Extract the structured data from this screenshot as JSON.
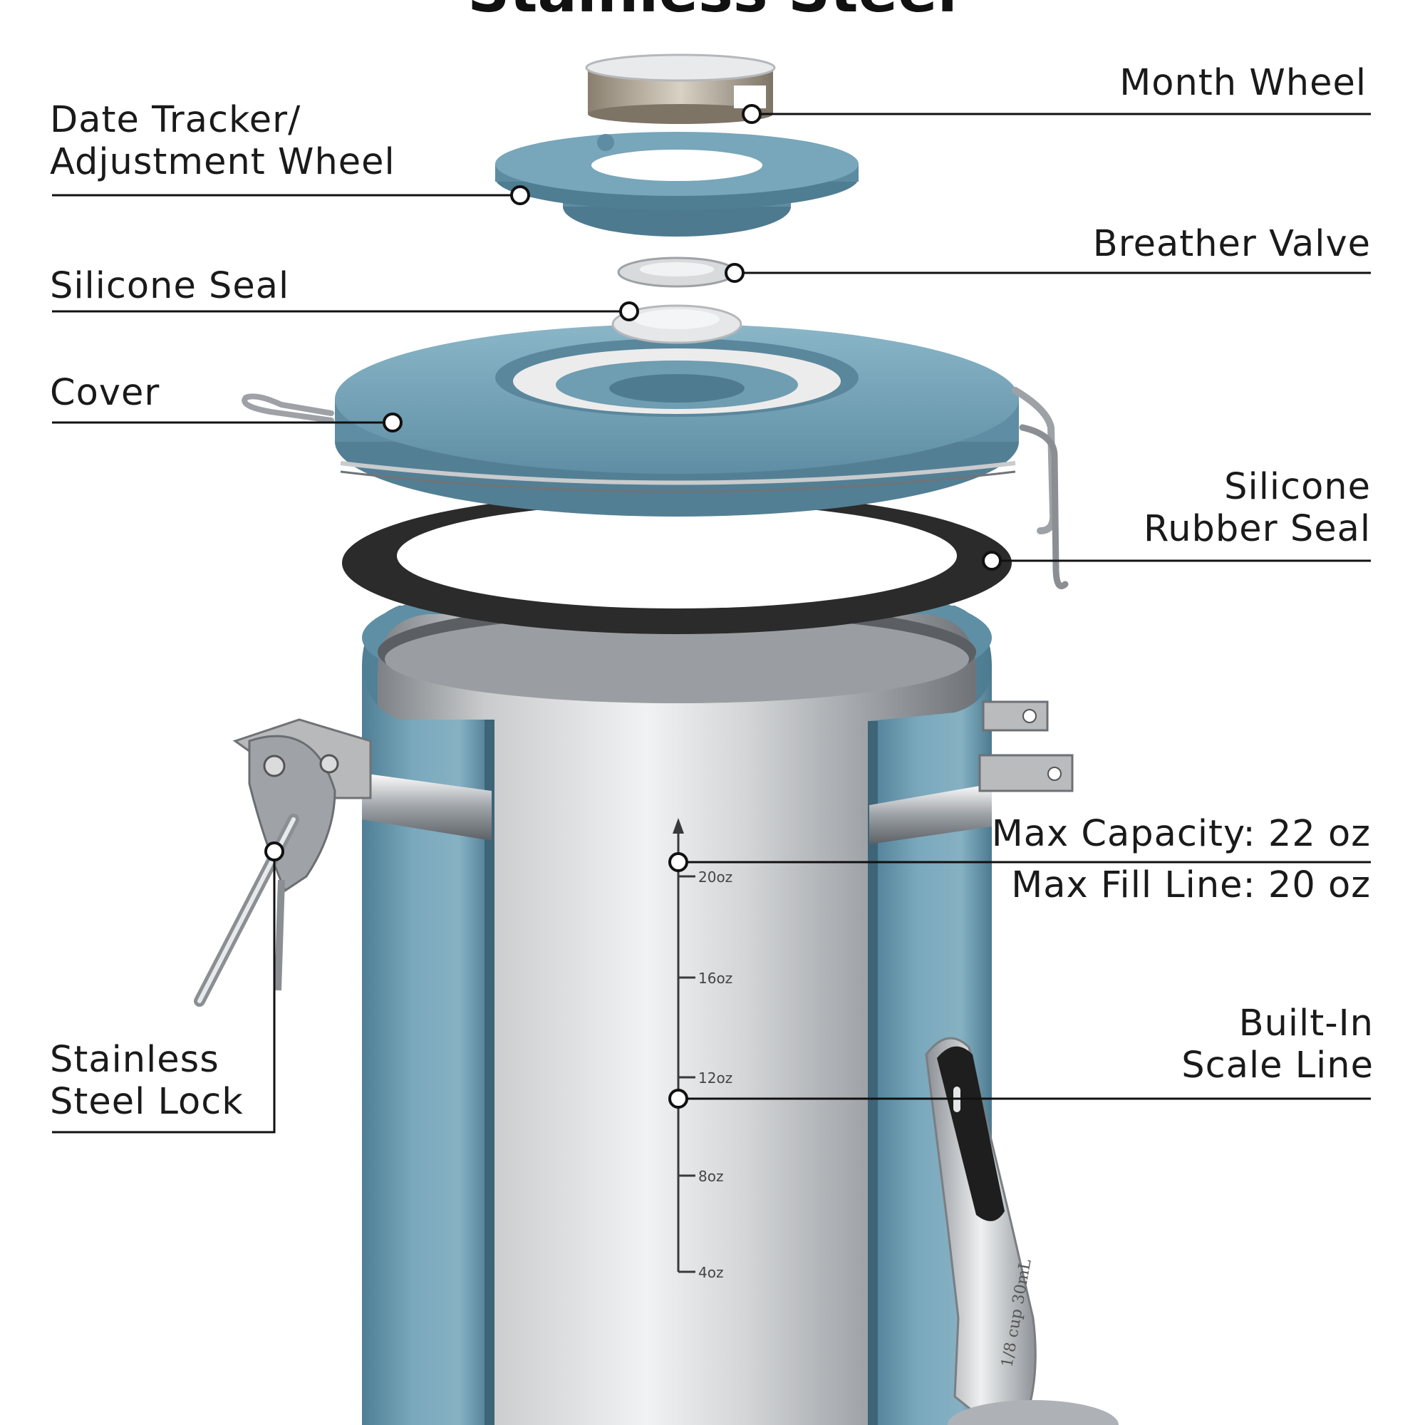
{
  "heading": "Stainless Steel",
  "callouts": {
    "month_wheel": "Month Wheel",
    "date_tracker": [
      "Date Tracker/",
      "Adjustment Wheel"
    ],
    "breather_valve": "Breather Valve",
    "silicone_seal": "Silicone Seal",
    "cover": "Cover",
    "silicone_rubber_seal": [
      "Silicone",
      "Rubber Seal"
    ],
    "max_capacity": "Max Capacity: 22 oz",
    "max_fill_line": "Max Fill Line: 20 oz",
    "stainless_lock": [
      "Stainless",
      "Steel Lock"
    ],
    "built_in_scale": [
      "Built-In",
      "Scale Line"
    ]
  },
  "scale_marks": [
    "20oz",
    "16oz",
    "12oz",
    "8oz",
    "4oz"
  ],
  "scoop_engraving": "1/8 cup 30mL",
  "colors": {
    "canister_blue": "#6e9cb0",
    "steel": "#b9bcbf",
    "gasket": "#2b2b2b",
    "scoop_handle": "#1e1e1e",
    "leader_line": "#111111"
  }
}
